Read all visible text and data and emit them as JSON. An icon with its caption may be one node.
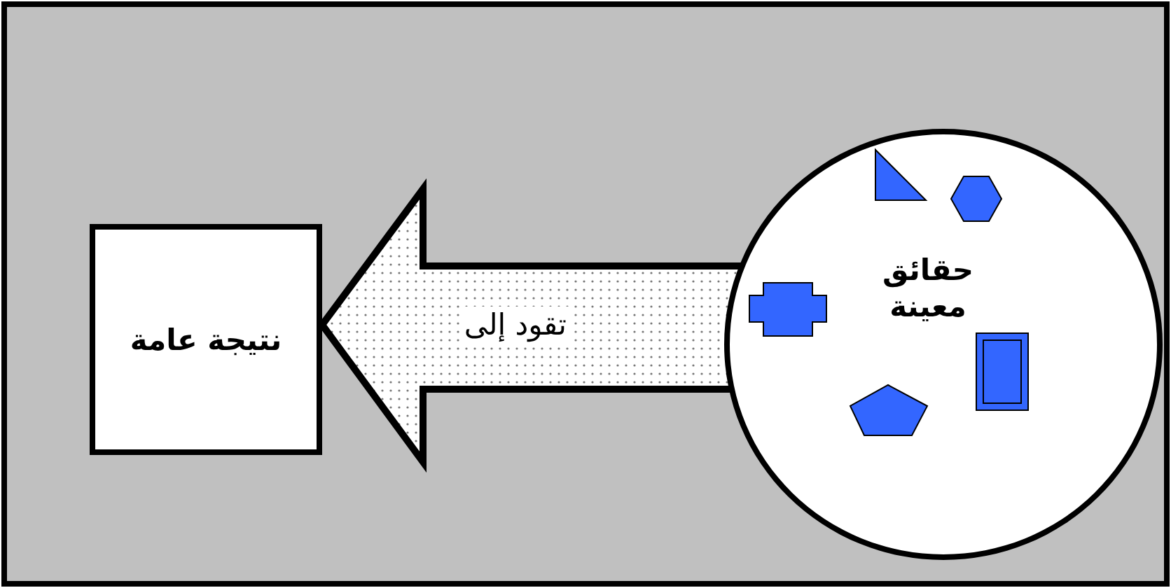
{
  "diagram": {
    "nodes": [
      {
        "text": [
          "حقائق معينة"
        ]
      },
      {
        "text": [
          "نتيجة عامة"
        ]
      }
    ],
    "edges": [
      {
        "from": 0,
        "to": 1,
        "arrow": "to",
        "label": "تقود إلى"
      }
    ]
  }
}
